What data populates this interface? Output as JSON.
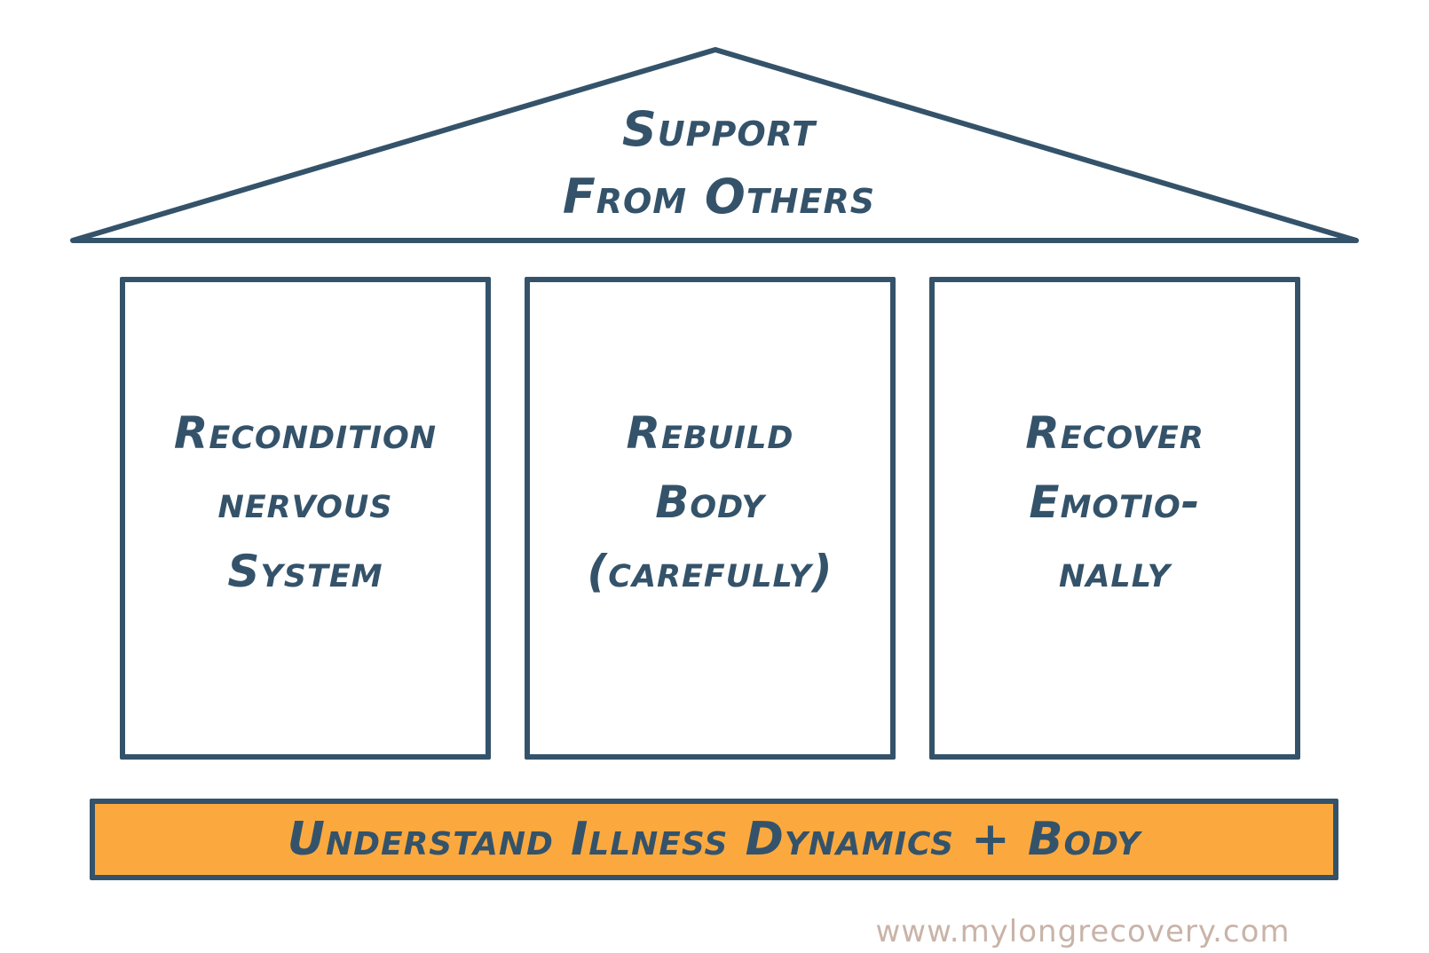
{
  "roof": {
    "lines": [
      "Support",
      "From Others"
    ]
  },
  "pillars": [
    {
      "lines": [
        "Recondition",
        "nervous",
        "System"
      ]
    },
    {
      "lines": [
        "Rebuild",
        "Body",
        "(carefully)"
      ]
    },
    {
      "lines": [
        "Recover",
        "Emotio-",
        "nally"
      ]
    }
  ],
  "foundation": {
    "label": "Understand Illness Dynamics + Body"
  },
  "footer": {
    "website": "www.mylongrecovery.com"
  },
  "colors": {
    "outline": "#34536a",
    "foundation_fill": "#fba93f",
    "website_text": "#c9b3a8"
  }
}
